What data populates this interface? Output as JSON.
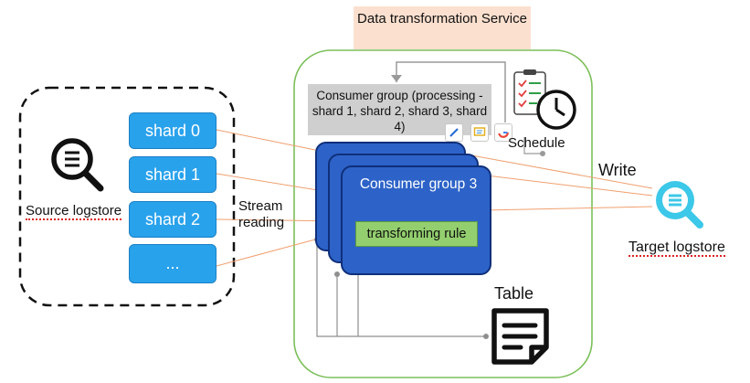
{
  "service_title": "Data transformation Service",
  "source_label": "Source logstore",
  "shards": [
    {
      "label": "shard 0"
    },
    {
      "label": "shard 1"
    },
    {
      "label": "shard 2"
    },
    {
      "label": "..."
    }
  ],
  "stream_reading_label": "Stream reading",
  "consumer_group_banner": "Consumer group (processing - shard 1, shard 2, shard 3, shard 4)",
  "consumer_group_card_label": "Consumer group 3",
  "transforming_rule_label": "transforming rule",
  "schedule_label": "Schedule",
  "write_label": "Write",
  "target_label": "Target logstore",
  "table_label": "Table",
  "colors": {
    "shard_fill": "#29a2ec",
    "consumer_group_fill": "#2d63c8",
    "rule_fill": "#93cf6e",
    "service_border": "#7cbf5a",
    "service_title_fill": "#fce0cf",
    "arrow_color": "#f0a070",
    "target_icon_color": "#3cc8e8"
  },
  "icons": [
    "magnifier-icon",
    "checklist-clock-icon",
    "target-search-icon",
    "table-note-icon",
    "pen-icon",
    "comment-icon",
    "google-icon"
  ]
}
